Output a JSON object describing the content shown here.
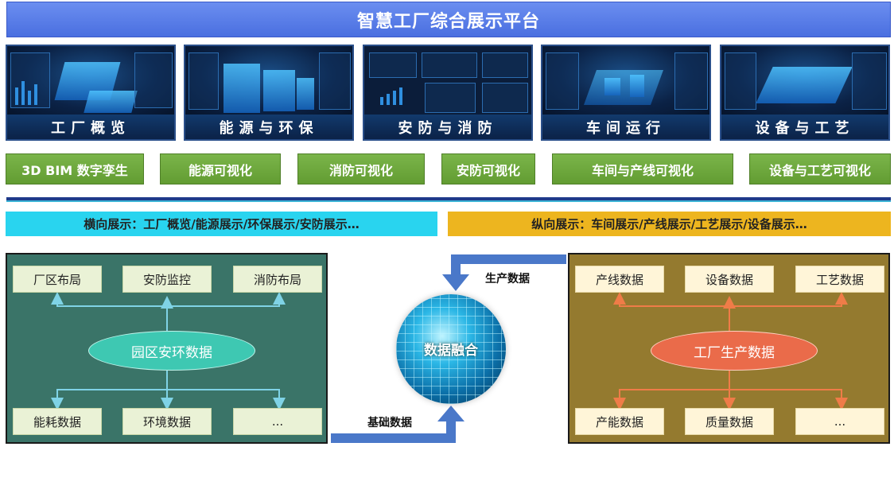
{
  "title": "智慧工厂综合展示平台",
  "screens": [
    {
      "label": "工厂概览"
    },
    {
      "label": "能源与环保"
    },
    {
      "label": "安防与消防"
    },
    {
      "label": "车间运行"
    },
    {
      "label": "设备与工艺"
    }
  ],
  "buttons": [
    "3D BIM 数字孪生",
    "能源可视化",
    "消防可视化",
    "安防可视化",
    "车间与产线可视化",
    "设备与工艺可视化"
  ],
  "horizontal_display": "横向展示：工厂概览/能源展示/环保展示/安防展示…",
  "vertical_display": "纵向展示：车间展示/产线展示/工艺展示/设备展示…",
  "left_panel": {
    "top_cells": [
      "厂区布局",
      "安防监控",
      "消防布局"
    ],
    "center": "园区安环数据",
    "bottom_cells": [
      "能耗数据",
      "环境数据",
      "..."
    ]
  },
  "right_panel": {
    "top_cells": [
      "产线数据",
      "设备数据",
      "工艺数据"
    ],
    "center": "工厂生产数据",
    "bottom_cells": [
      "产能数据",
      "质量数据",
      "..."
    ]
  },
  "fusion": {
    "center": "数据融合",
    "top_flow": "生产数据",
    "bottom_flow": "基础数据"
  },
  "colors": {
    "title_bar": "#5a7ee8",
    "green_button": "#6fa83f",
    "cyan_bar": "#29d4ef",
    "gold_bar": "#edb51f",
    "left_panel": "#3a7468",
    "left_ellipse": "#3ec8b2",
    "left_arrow": "#7fd3e6",
    "right_panel": "#947a2f",
    "right_ellipse": "#ea6b4a",
    "right_arrow": "#ef7c48",
    "flow_arrow": "#4a78c9"
  }
}
